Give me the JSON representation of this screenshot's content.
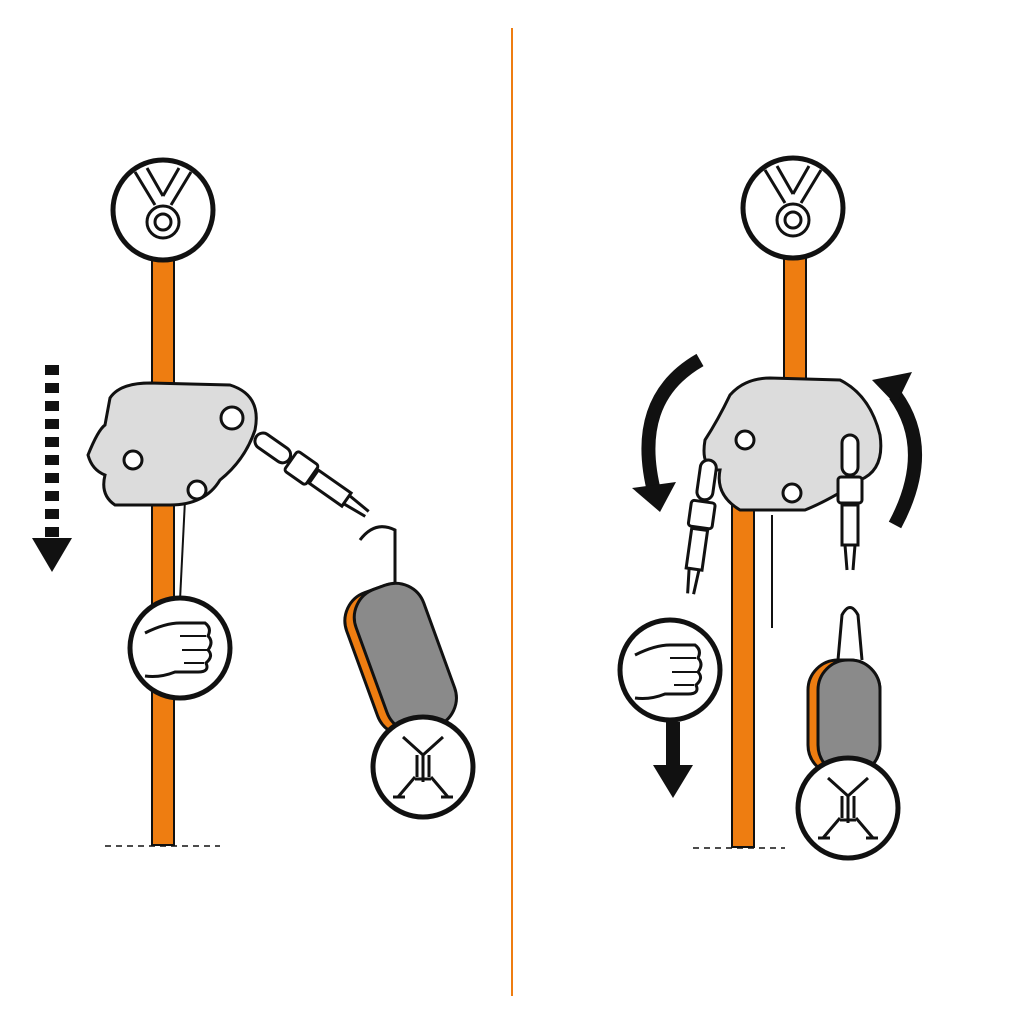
{
  "colors": {
    "rope": "#ee7d11",
    "device": "#dcdcdc",
    "bag": "#8a8a8a",
    "outline": "#111111",
    "divider": "#ee7d11"
  },
  "panels": [
    {
      "icons": [
        "anchor-icon",
        "fist-icon",
        "harness-icon",
        "dashed-down-arrow-icon",
        "rope-clamp-device",
        "lanyard-bag"
      ]
    },
    {
      "icons": [
        "anchor-icon",
        "fist-icon",
        "harness-icon",
        "down-arrow-icon",
        "rotate-ccw-arrow-icon",
        "rotate-cw-arrow-icon",
        "rope-clamp-device",
        "lanyard-bag"
      ]
    }
  ]
}
